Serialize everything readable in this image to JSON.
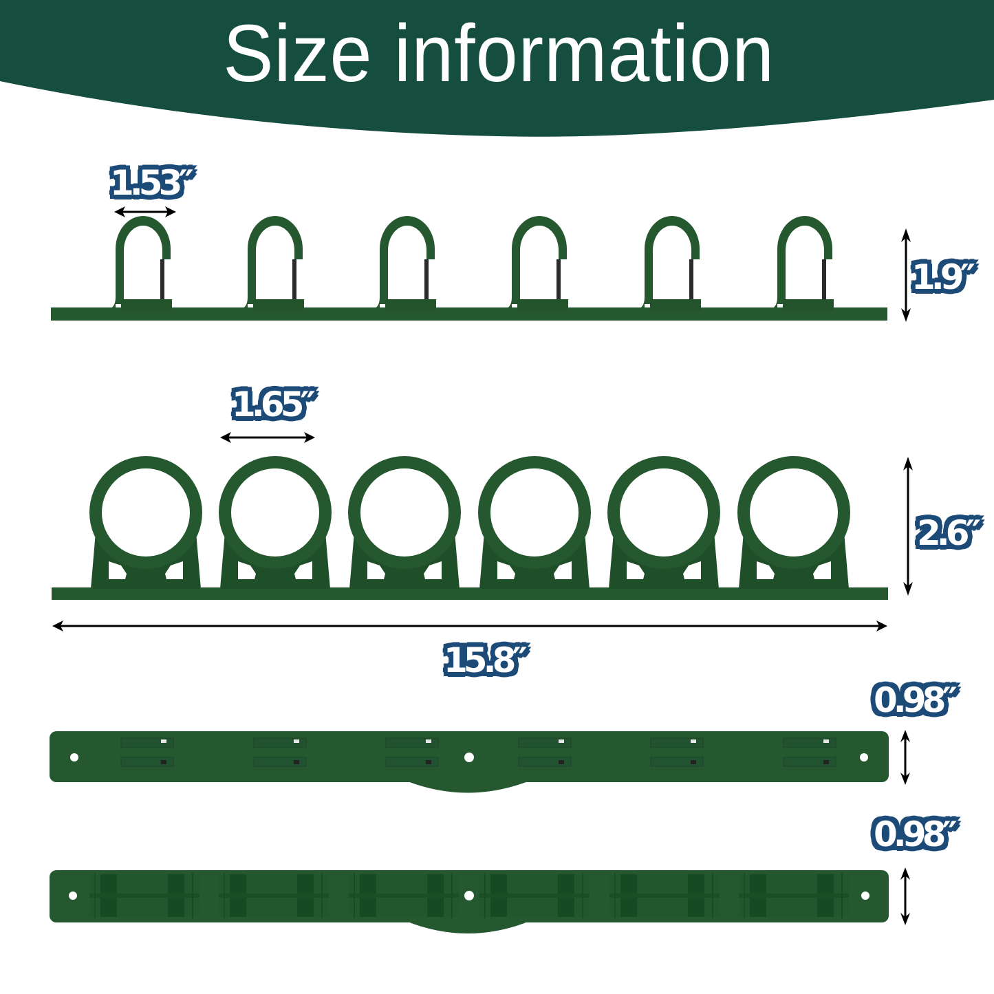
{
  "header": {
    "title": "Size information",
    "background_color": "#154d3f",
    "text_color": "#ffffff"
  },
  "colors": {
    "product_green": "#25582f",
    "product_green_dark": "#1c4a26",
    "label_fill": "#ffffff",
    "label_outline": "#1d4b78",
    "arrow": "#000000"
  },
  "views": {
    "hook_side_view": {
      "hook_count": 6,
      "width_label": "1.53″",
      "height_label": "1.9″"
    },
    "ring_front_view": {
      "ring_count": 6,
      "width_label": "1.65″",
      "height_label": "2.6″",
      "total_length_label": "15.8″"
    },
    "top_view_clips": {
      "clip_count": 6,
      "hole_count": 3,
      "depth_label": "0.98″"
    },
    "top_view_rings": {
      "ring_count": 6,
      "hole_count": 3,
      "depth_label": "0.98″"
    }
  }
}
